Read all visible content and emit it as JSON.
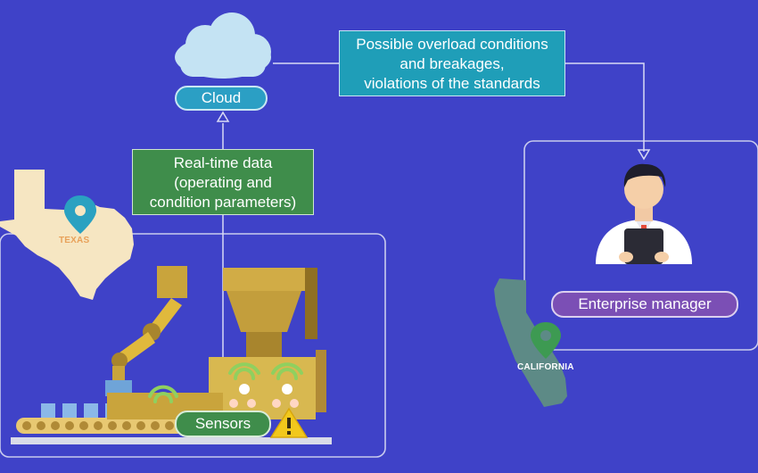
{
  "diagram": {
    "cloud_label": "Cloud",
    "overload_box": {
      "lines": [
        "Possible overload conditions",
        "and breakages,",
        "violations of the standards"
      ]
    },
    "realtime_box": {
      "lines": [
        "Real-time data",
        "(operating and",
        "condition parameters)"
      ]
    },
    "sensors_label": "Sensors",
    "manager_label": "Enterprise manager",
    "texas_label": "TEXAS",
    "california_label": "CALIFORNIA"
  },
  "colors": {
    "background": "#3f42c8",
    "cloud_pill": "#2b9fc4",
    "overload_box": "#1f9eb8",
    "realtime_box": "#3f8d4b",
    "sensors_pill": "#3f8d4b",
    "manager_pill": "#7b4fb5",
    "texas_map": "#f6e6c2",
    "california_map": "#5d8a86",
    "pin_texas": "#2aa1c1",
    "pin_california": "#3d9a52",
    "warning": "#f2c81c"
  },
  "icons": [
    "cloud-icon",
    "map-pin-icon",
    "wifi-icon",
    "warning-icon",
    "robot-arm-icon",
    "manager-avatar-icon",
    "tablet-icon",
    "conveyor-belt-icon"
  ]
}
